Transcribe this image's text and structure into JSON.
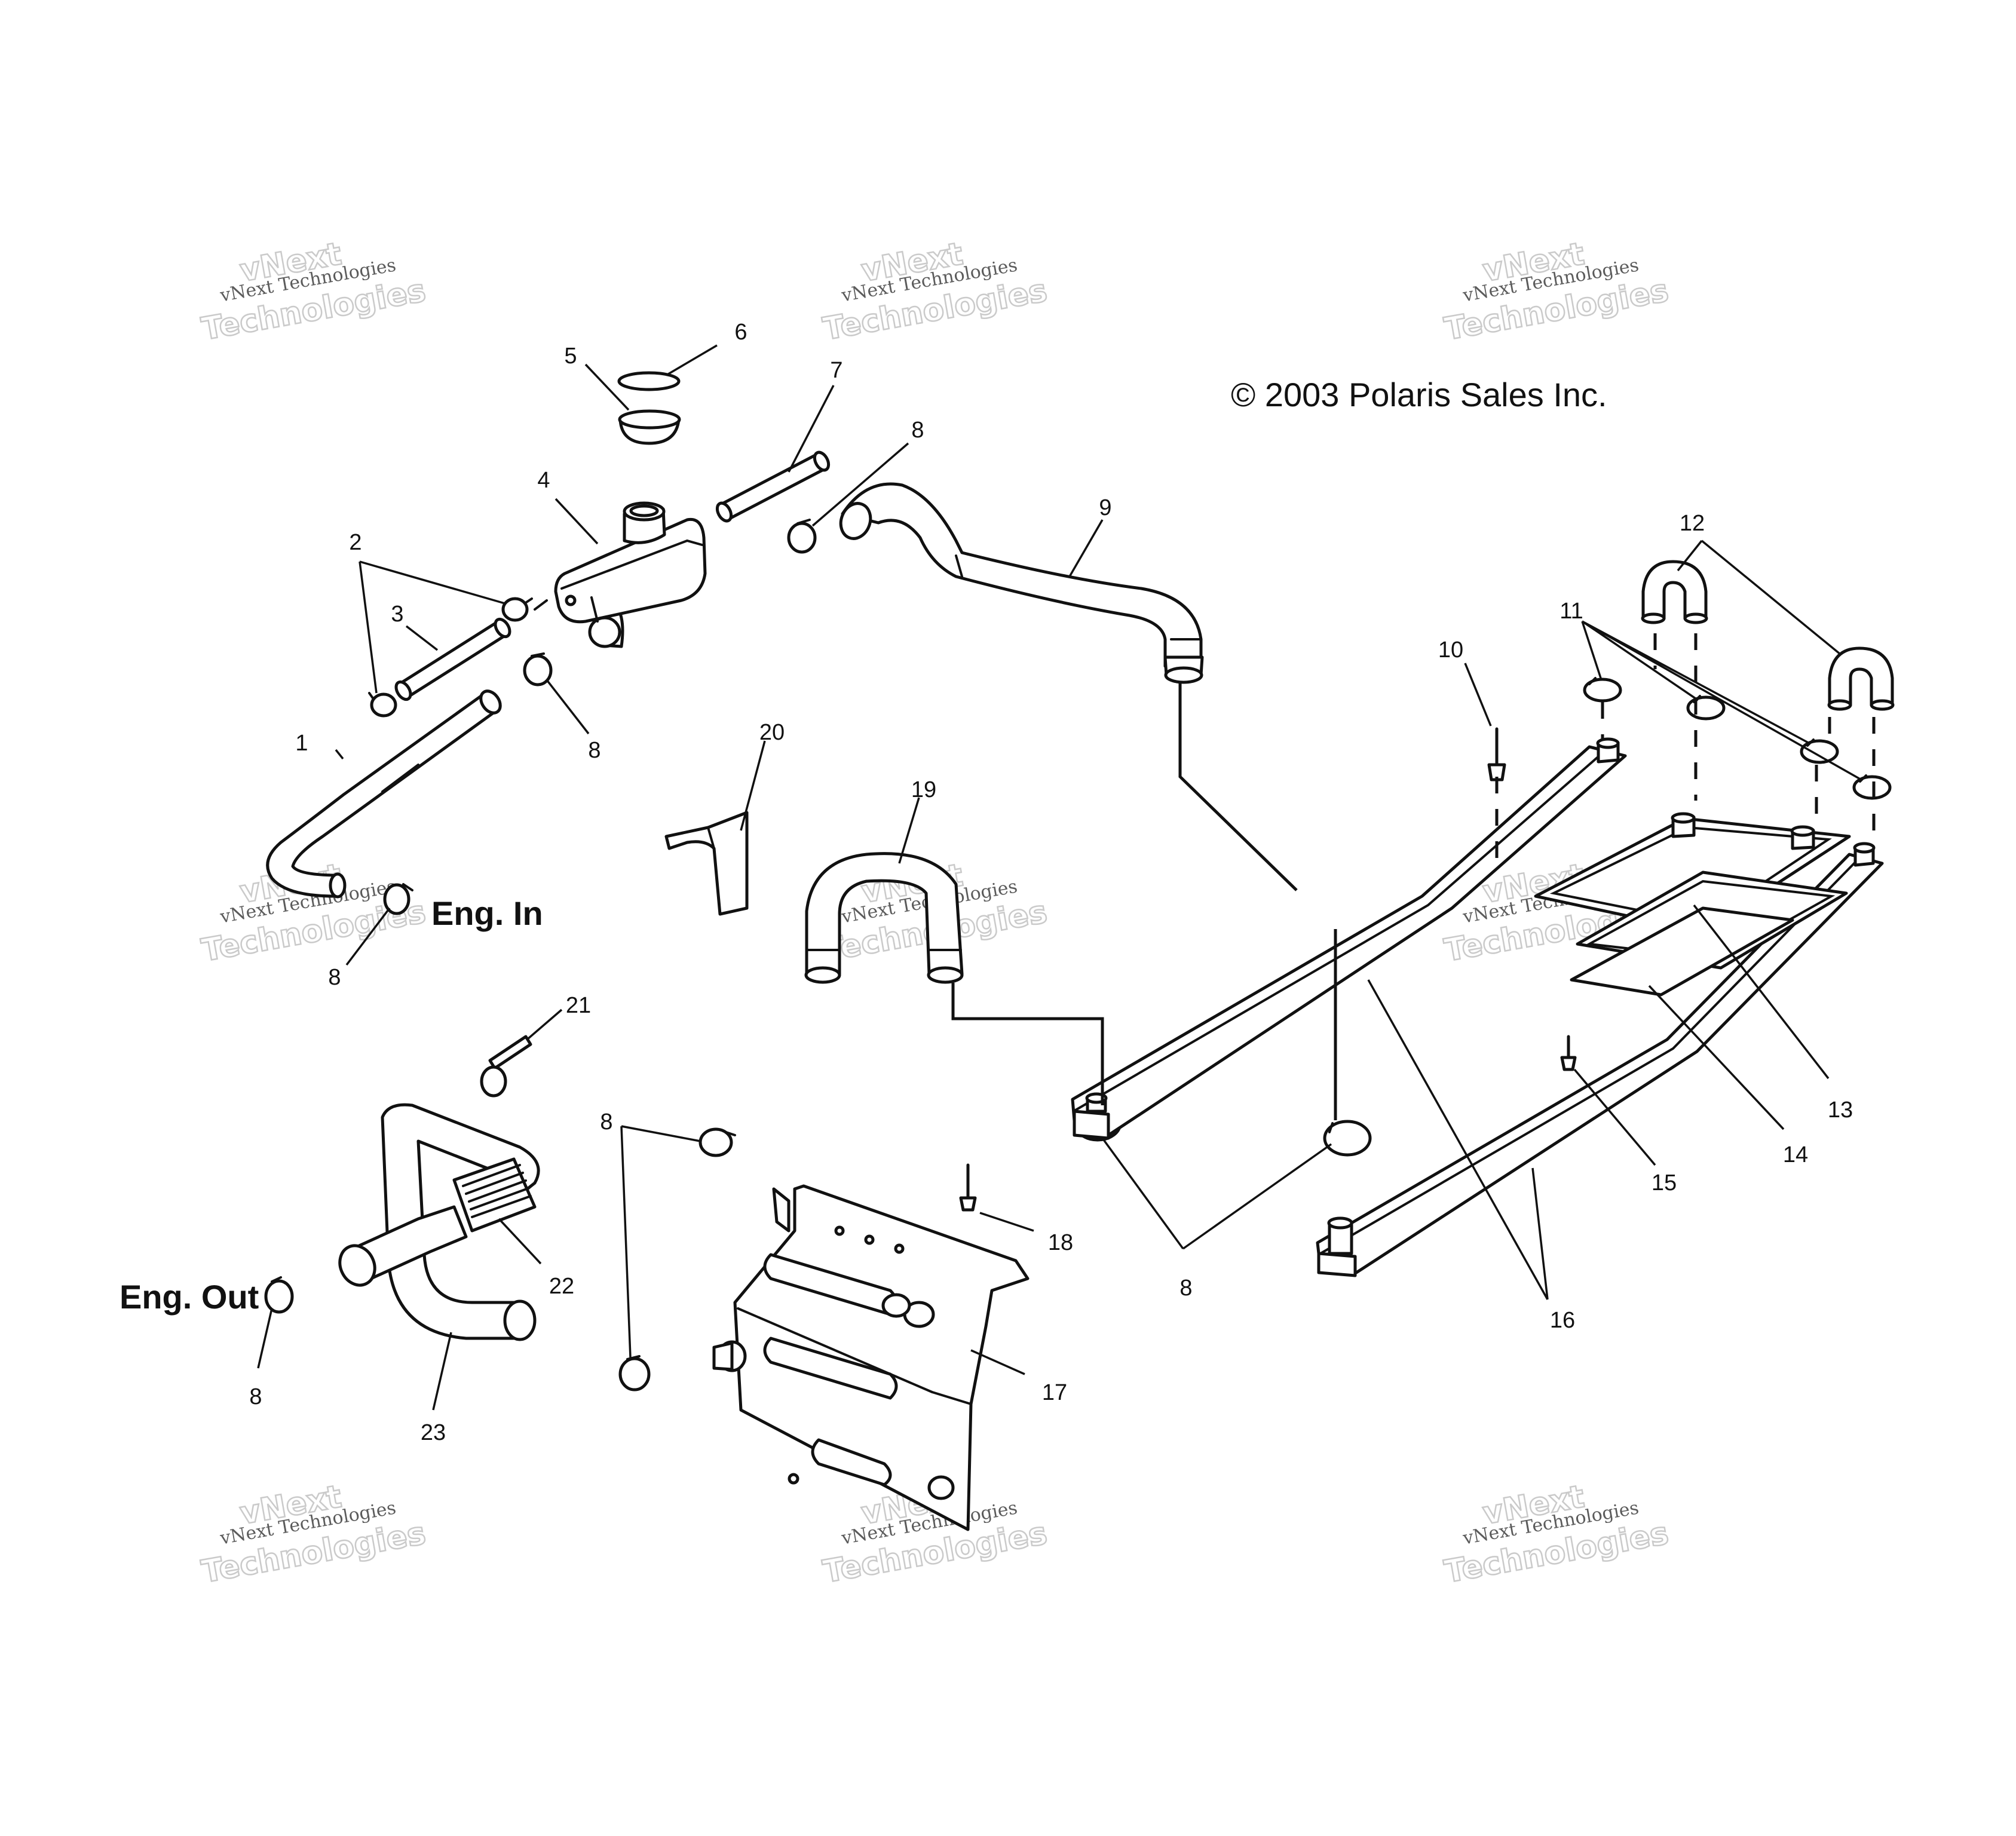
{
  "copyright": "© 2003 Polaris Sales Inc.",
  "labels": {
    "eng_in": "Eng. In",
    "eng_out": "Eng. Out"
  },
  "watermark": {
    "brand": "vNext",
    "line1": "vNext Technologies",
    "line2": "Technologies"
  },
  "callouts": {
    "c1": "1",
    "c2": "2",
    "c3": "3",
    "c4": "4",
    "c5": "5",
    "c6": "6",
    "c7": "7",
    "c8": "8",
    "c9": "9",
    "c10": "10",
    "c11": "11",
    "c12": "12",
    "c13": "13",
    "c14": "14",
    "c15": "15",
    "c16": "16",
    "c17": "17",
    "c18": "18",
    "c19": "19",
    "c20": "20",
    "c21": "21",
    "c22": "22",
    "c23": "23"
  },
  "colors": {
    "ink": "#111111",
    "background": "#ffffff",
    "watermark": "#bdbdbd"
  }
}
